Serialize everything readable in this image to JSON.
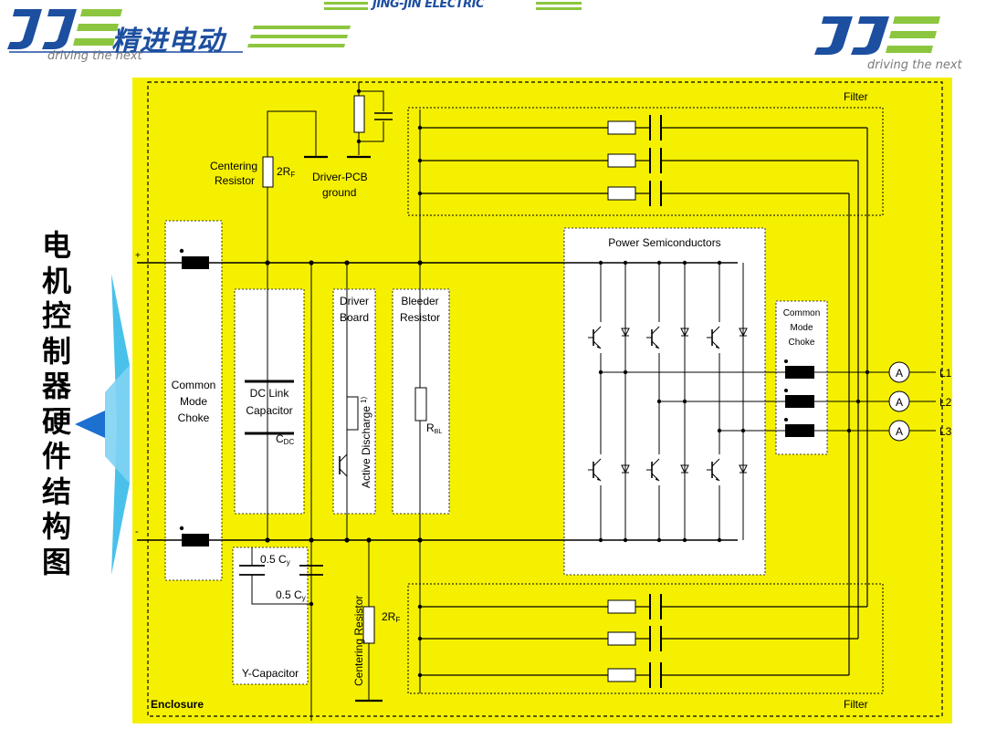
{
  "header": {
    "brand_cn": "精进电动",
    "brand_en": "JING-JIN ELECTRIC",
    "slogan_left": "driving the next",
    "slogan_right": "driving the next"
  },
  "side_title": [
    "电",
    "机",
    "控",
    "制",
    "器",
    "硬",
    "件",
    "结",
    "构",
    "图"
  ],
  "diagram": {
    "enclosure": "Enclosure",
    "filter_top": "Filter",
    "filter_bottom": "Filter",
    "centering_resistor": [
      "Centering",
      "Resistor"
    ],
    "resistor_2rf_top": "2R",
    "resistor_2rf_bottom": "2R",
    "subscript_f": "F",
    "driver_pcb_ground": [
      "Driver-PCB",
      "ground"
    ],
    "common_mode_choke_left": [
      "Common",
      "Mode",
      "Choke"
    ],
    "dc_link_capacitor": [
      "DC Link",
      "Capacitor"
    ],
    "cdc": "C",
    "cdc_sub": "DC",
    "driver_board": [
      "Driver",
      "Board"
    ],
    "active_discharge": "Active Discharge",
    "active_discharge_sup": "1)",
    "bleeder_resistor": [
      "Bleeder",
      "Resistor"
    ],
    "rbl": "R",
    "rbl_sub": "BL",
    "power_semiconductors": "Power Semiconductors",
    "common_mode_choke_right": [
      "Common",
      "Mode",
      "Choke"
    ],
    "ammeter": "A",
    "phases": [
      "L1",
      "L2",
      "L3"
    ],
    "plus": "+",
    "minus": "-",
    "cy_upper": "0.5 C",
    "cy_lower": "0.5 C",
    "cy_sub": "y",
    "y_capacitor": "Y-Capacitor",
    "centering_resistor_vertical": "Centering Resistor"
  },
  "colors": {
    "diagram_background": "#f5f000",
    "brand_blue": "#1d4fa0",
    "brand_green": "#8cc63f",
    "arrow_cyan": "#29b6e8"
  }
}
